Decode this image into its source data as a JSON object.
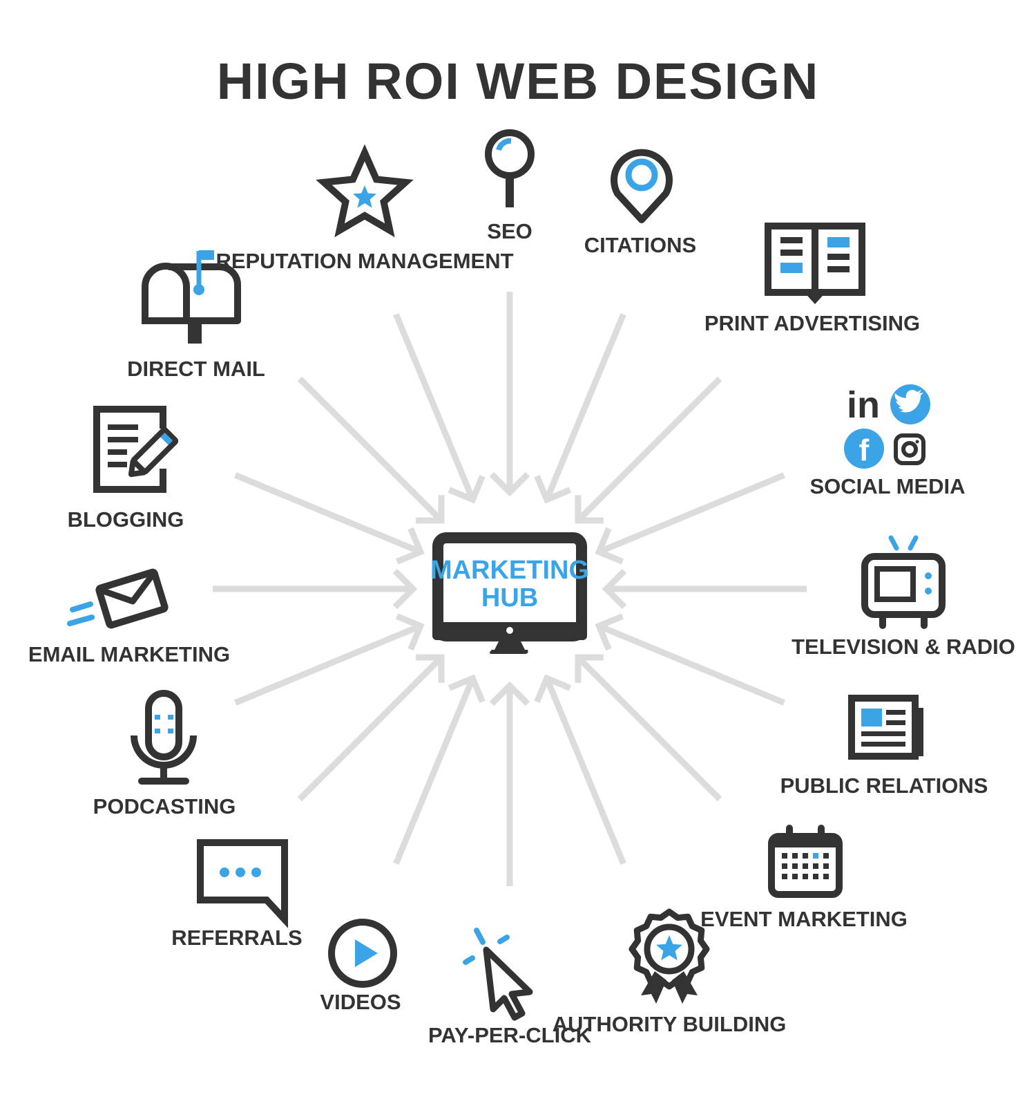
{
  "title": "HIGH ROI WEB DESIGN",
  "hub": {
    "line1": "MARKETING",
    "line2": "HUB",
    "icon": "monitor-icon"
  },
  "channels": {
    "seo": {
      "label": "SEO",
      "icon": "magnifier-icon"
    },
    "citations": {
      "label": "CITATIONS",
      "icon": "map-pin-icon"
    },
    "print_advertising": {
      "label": "PRINT ADVERTISING",
      "icon": "open-book-icon"
    },
    "social_media": {
      "label": "SOCIAL MEDIA",
      "icon": "social-media-icons"
    },
    "television_radio": {
      "label": "TELEVISION & RADIO",
      "icon": "television-icon"
    },
    "public_relations": {
      "label": "PUBLIC RELATIONS",
      "icon": "newspaper-icon"
    },
    "event_marketing": {
      "label": "EVENT MARKETING",
      "icon": "calendar-icon"
    },
    "authority_building": {
      "label": "AUTHORITY BUILDING",
      "icon": "award-badge-icon"
    },
    "pay_per_click": {
      "label": "PAY-PER-CLICK",
      "icon": "cursor-click-icon"
    },
    "videos": {
      "label": "VIDEOS",
      "icon": "play-button-icon"
    },
    "referrals": {
      "label": "REFERRALS",
      "icon": "speech-bubble-icon"
    },
    "podcasting": {
      "label": "PODCASTING",
      "icon": "microphone-icon"
    },
    "email_marketing": {
      "label": "EMAIL MARKETING",
      "icon": "envelope-icon"
    },
    "blogging": {
      "label": "BLOGGING",
      "icon": "document-pencil-icon"
    },
    "direct_mail": {
      "label": "DIRECT MAIL",
      "icon": "mailbox-icon"
    },
    "reputation_management": {
      "label": "REPUTATION MANAGEMENT",
      "icon": "star-icon"
    }
  },
  "social_glyphs": {
    "linkedin": "in",
    "facebook": "f"
  },
  "colors": {
    "dark": "#333333",
    "blue": "#3ba4e6",
    "arrow": "#dcdcdc"
  }
}
